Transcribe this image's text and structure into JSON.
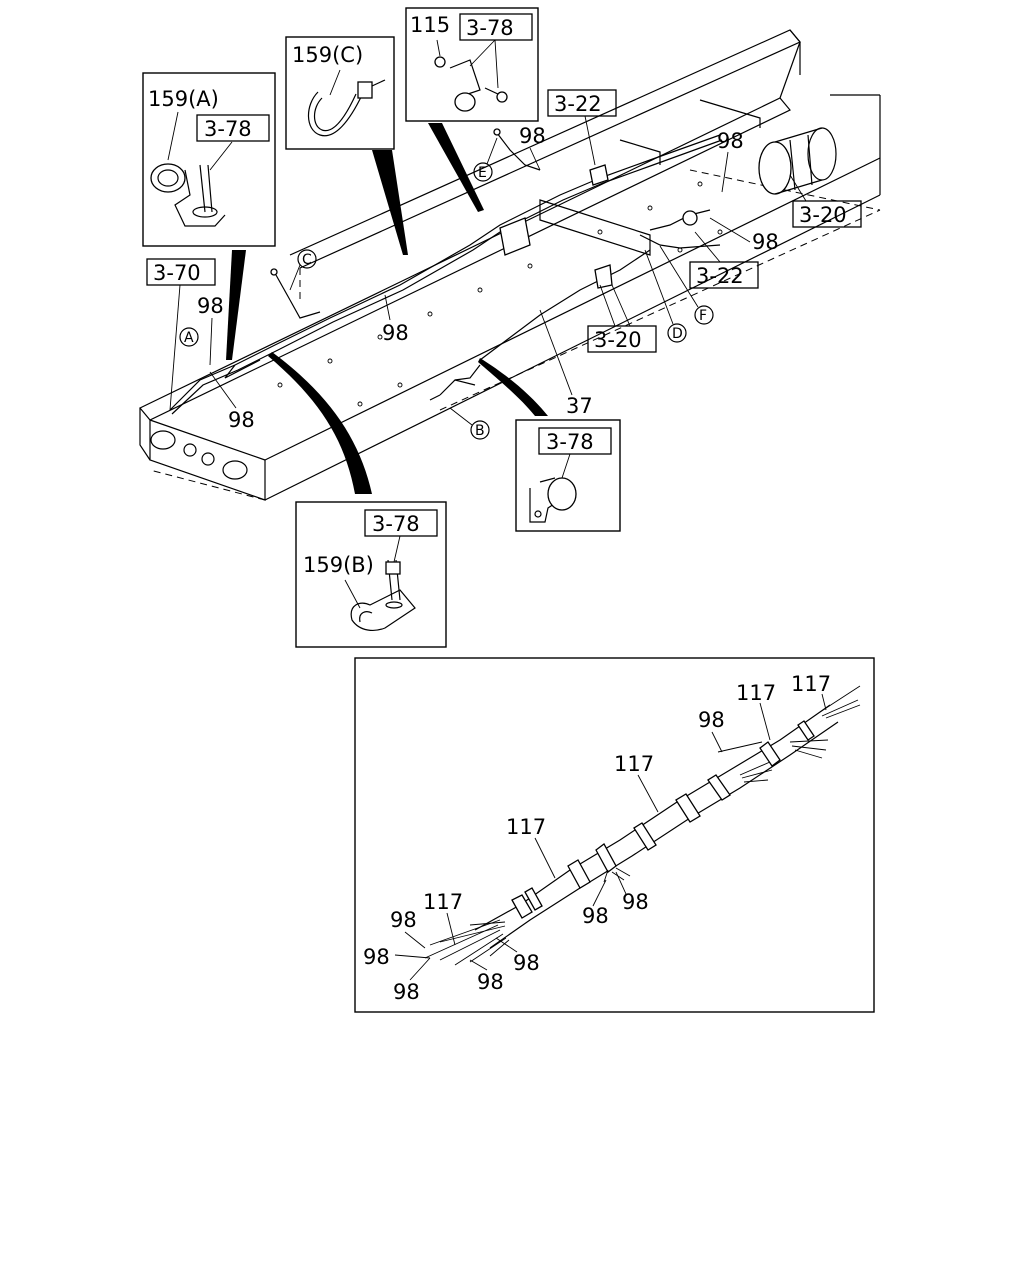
{
  "labels": {
    "l159a": "159(A)",
    "l159b": "159(B)",
    "l159c": "159(C)",
    "l115": "115",
    "l37": "37",
    "l98": "98",
    "l117": "117",
    "ref_3_78": "3-78",
    "ref_3_70": "3-70",
    "ref_3_22": "3-22",
    "ref_3_20": "3-20"
  },
  "callouts": {
    "A": "A",
    "B": "B",
    "C": "C",
    "D": "D",
    "E": "E",
    "F": "F"
  }
}
